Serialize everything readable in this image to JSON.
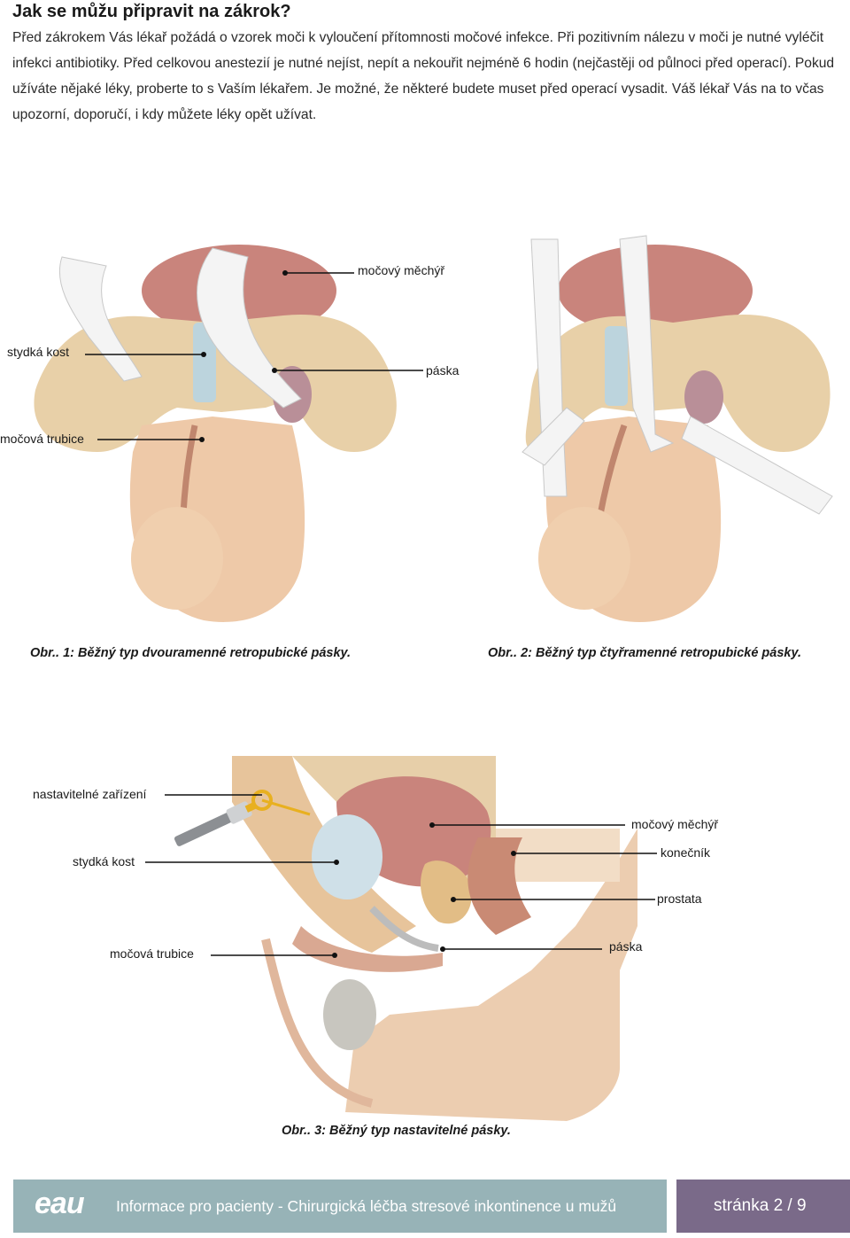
{
  "heading": "Jak se můžu připravit na zákrok?",
  "paragraph": "Před zákrokem Vás lékař požádá o vzorek moči k vyloučení přítomnosti močové infekce. Při pozitivním nálezu v moči je nutné vyléčit infekci antibiotiky. Před celkovou anestezií je nutné nejíst, nepít a nekouřit nejméně 6 hodin (nejčastěji od půlnoci před operací). Pokud užíváte nějaké léky, proberte to s Vaším lékařem. Je možné, že některé budete muset před operací vysadit. Váš lékař Vás na to včas upozorní, doporučí, i kdy můžete léky opět užívat.",
  "figure1": {
    "labels": {
      "bladder": "močový měchýř",
      "pubic_bone": "stydká kost",
      "sling": "páska",
      "urethra": "močová trubice"
    },
    "caption1": "Obr.. 1: Běžný typ dvouramenné retropubické pásky.",
    "caption2": "Obr.. 2: Běžný typ čtyřramenné retropubické pásky."
  },
  "figure3": {
    "labels": {
      "device": "nastavitelné zařízení",
      "bladder": "močový měchýř",
      "rectum": "konečník",
      "pubic_bone": "stydká kost",
      "prostate": "prostata",
      "urethra": "močová trubice",
      "sling": "páska"
    },
    "caption": "Obr.. 3: Běžný typ nastavitelné pásky."
  },
  "footer": {
    "logo": "eau",
    "text": "Informace pro pacienty - Chirurgická léčba stresové inkontinence u mužů",
    "page": "stránka 2 / 9"
  }
}
